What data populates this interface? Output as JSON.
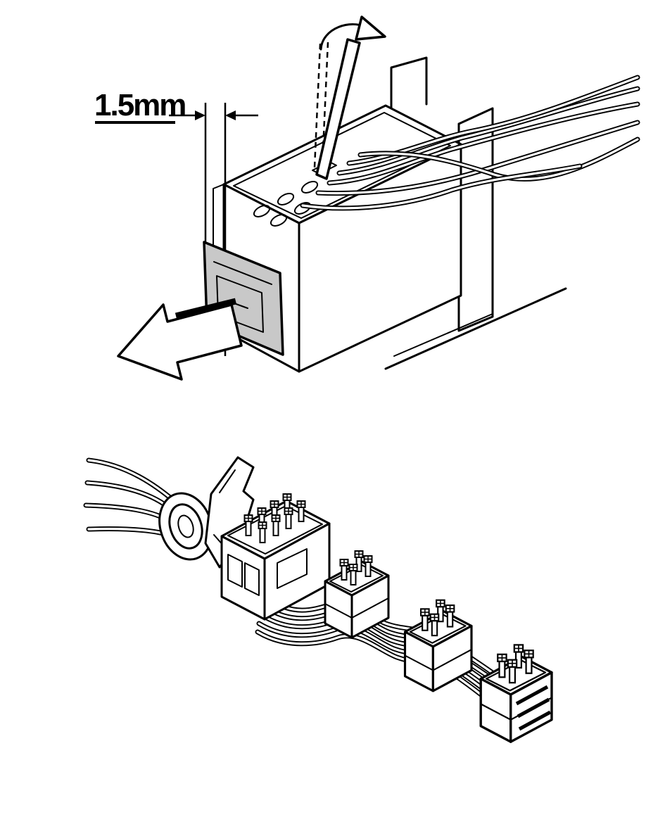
{
  "figure": {
    "top": {
      "dimension_label": "1.5mm"
    }
  },
  "icons": {
    "rotation_arrow": "curved-arrow",
    "removal_arrow": "block-arrow-lower-left",
    "dimension_arrows": "inward-pointing-dimension-arrows"
  },
  "colors": {
    "background": "#ffffff",
    "line": "#000000",
    "latch_fill": "#c8c8c8"
  }
}
